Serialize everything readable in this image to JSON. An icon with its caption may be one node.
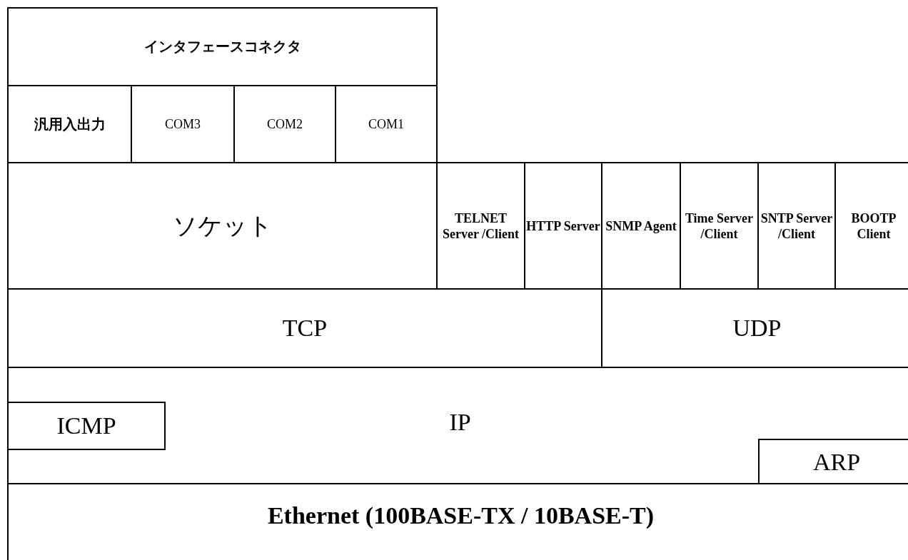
{
  "diagram": {
    "nodes": [
      {
        "text": [
          "インタフェースコネクタ"
        ]
      },
      {
        "text": [
          "汎用入出力"
        ]
      },
      {
        "text": [
          "COM3"
        ]
      },
      {
        "text": [
          "COM2"
        ]
      },
      {
        "text": [
          "COM1"
        ]
      },
      {
        "text": [
          "ソケット"
        ]
      },
      {
        "text": [
          "TELNET Server /Client"
        ]
      },
      {
        "text": [
          "HTTP Server"
        ]
      },
      {
        "text": [
          "SNMP Agent"
        ]
      },
      {
        "text": [
          "Time Server /Client"
        ]
      },
      {
        "text": [
          "SNTP Server /Client"
        ]
      },
      {
        "text": [
          "BOOTP Client"
        ]
      },
      {
        "text": [
          "TCP"
        ]
      },
      {
        "text": [
          "UDP"
        ]
      },
      {
        "text": [
          "IP"
        ]
      },
      {
        "text": [
          "ICMP"
        ],
        "in": 14
      },
      {
        "text": [
          "ARP"
        ],
        "in": 14
      },
      {
        "text": [
          "Ethernet (100BASE-TX / 10BASE-T)"
        ]
      }
    ]
  }
}
